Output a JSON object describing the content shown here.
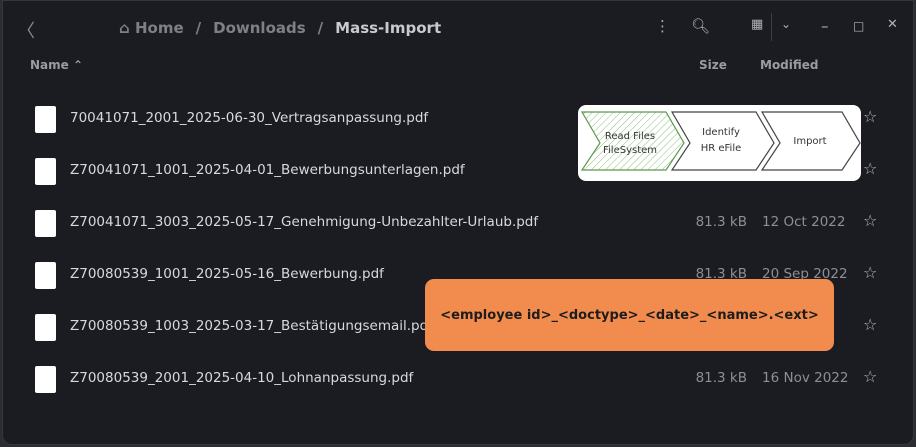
{
  "breadcrumb": {
    "home": "Home",
    "items": [
      "Downloads",
      "Mass-Import"
    ],
    "sep": "/"
  },
  "columns": {
    "name": "Name",
    "size": "Size",
    "modified": "Modified"
  },
  "files": [
    {
      "name": "70041071_2001_2025-06-30_Vertragsanpassung.pdf",
      "size": "",
      "date": ""
    },
    {
      "name": "Z70041071_1001_2025-04-01_Bewerbungsunterlagen.pdf",
      "size": "",
      "date": ""
    },
    {
      "name": "Z70041071_3003_2025-05-17_Genehmigung-Unbezahlter-Urlaub.pdf",
      "size": "81.3 kB",
      "date": "12 Oct 2022"
    },
    {
      "name": "Z70080539_1001_2025-05-16_Bewerbung.pdf",
      "size": "81.3 kB",
      "date": "20 Sep 2022"
    },
    {
      "name": "Z70080539_1003_2025-03-17_Bestätigungsemail.pdf",
      "size": "",
      "date": ""
    },
    {
      "name": "Z70080539_2001_2025-04-10_Lohnanpassung.pdf",
      "size": "81.3 kB",
      "date": "16 Nov 2022"
    }
  ],
  "flow": {
    "steps": [
      [
        "Read Files",
        "FileSystem"
      ],
      [
        "Identify",
        "HR eFile"
      ],
      [
        "Import"
      ]
    ],
    "accent": "#5a9a4a"
  },
  "note": "<employee id>_<doctype>_<date>_<name>.<ext>",
  "colors": {
    "note_bg": "#f28c4e",
    "window_bg": "#1a1c21"
  }
}
